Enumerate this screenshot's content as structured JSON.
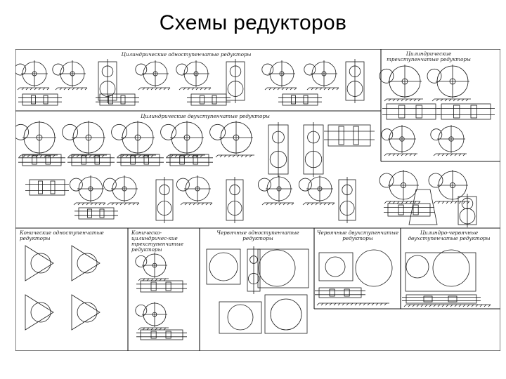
{
  "slide": {
    "title": "Схемы редукторов"
  },
  "sheet": {
    "sections": [
      {
        "id": "cyl-single",
        "label": "Цилиндрические одноступенчатые редукторы"
      },
      {
        "id": "cyl-triple",
        "label": "Цилиндрические трехступенчатые редукторы"
      },
      {
        "id": "cyl-double",
        "label": "Цилиндрические двухступенчатые редукторы"
      },
      {
        "id": "bevel-single",
        "label": "Конические одноступенчатые редукторы"
      },
      {
        "id": "bevel-cyl-triple",
        "label": "Коническо-цилиндричес-кие трехступенчатые редукторы"
      },
      {
        "id": "worm-single",
        "label": "Червячные одноступенчатые редукторы"
      },
      {
        "id": "worm-double",
        "label": "Червячные двухступенчатые редукторы"
      },
      {
        "id": "cyl-worm-double",
        "label": "Цилиндро-червячные двухступенчатые редукторы"
      }
    ]
  },
  "colors": {
    "ink": "#1a1a1a",
    "background": "#ffffff"
  }
}
